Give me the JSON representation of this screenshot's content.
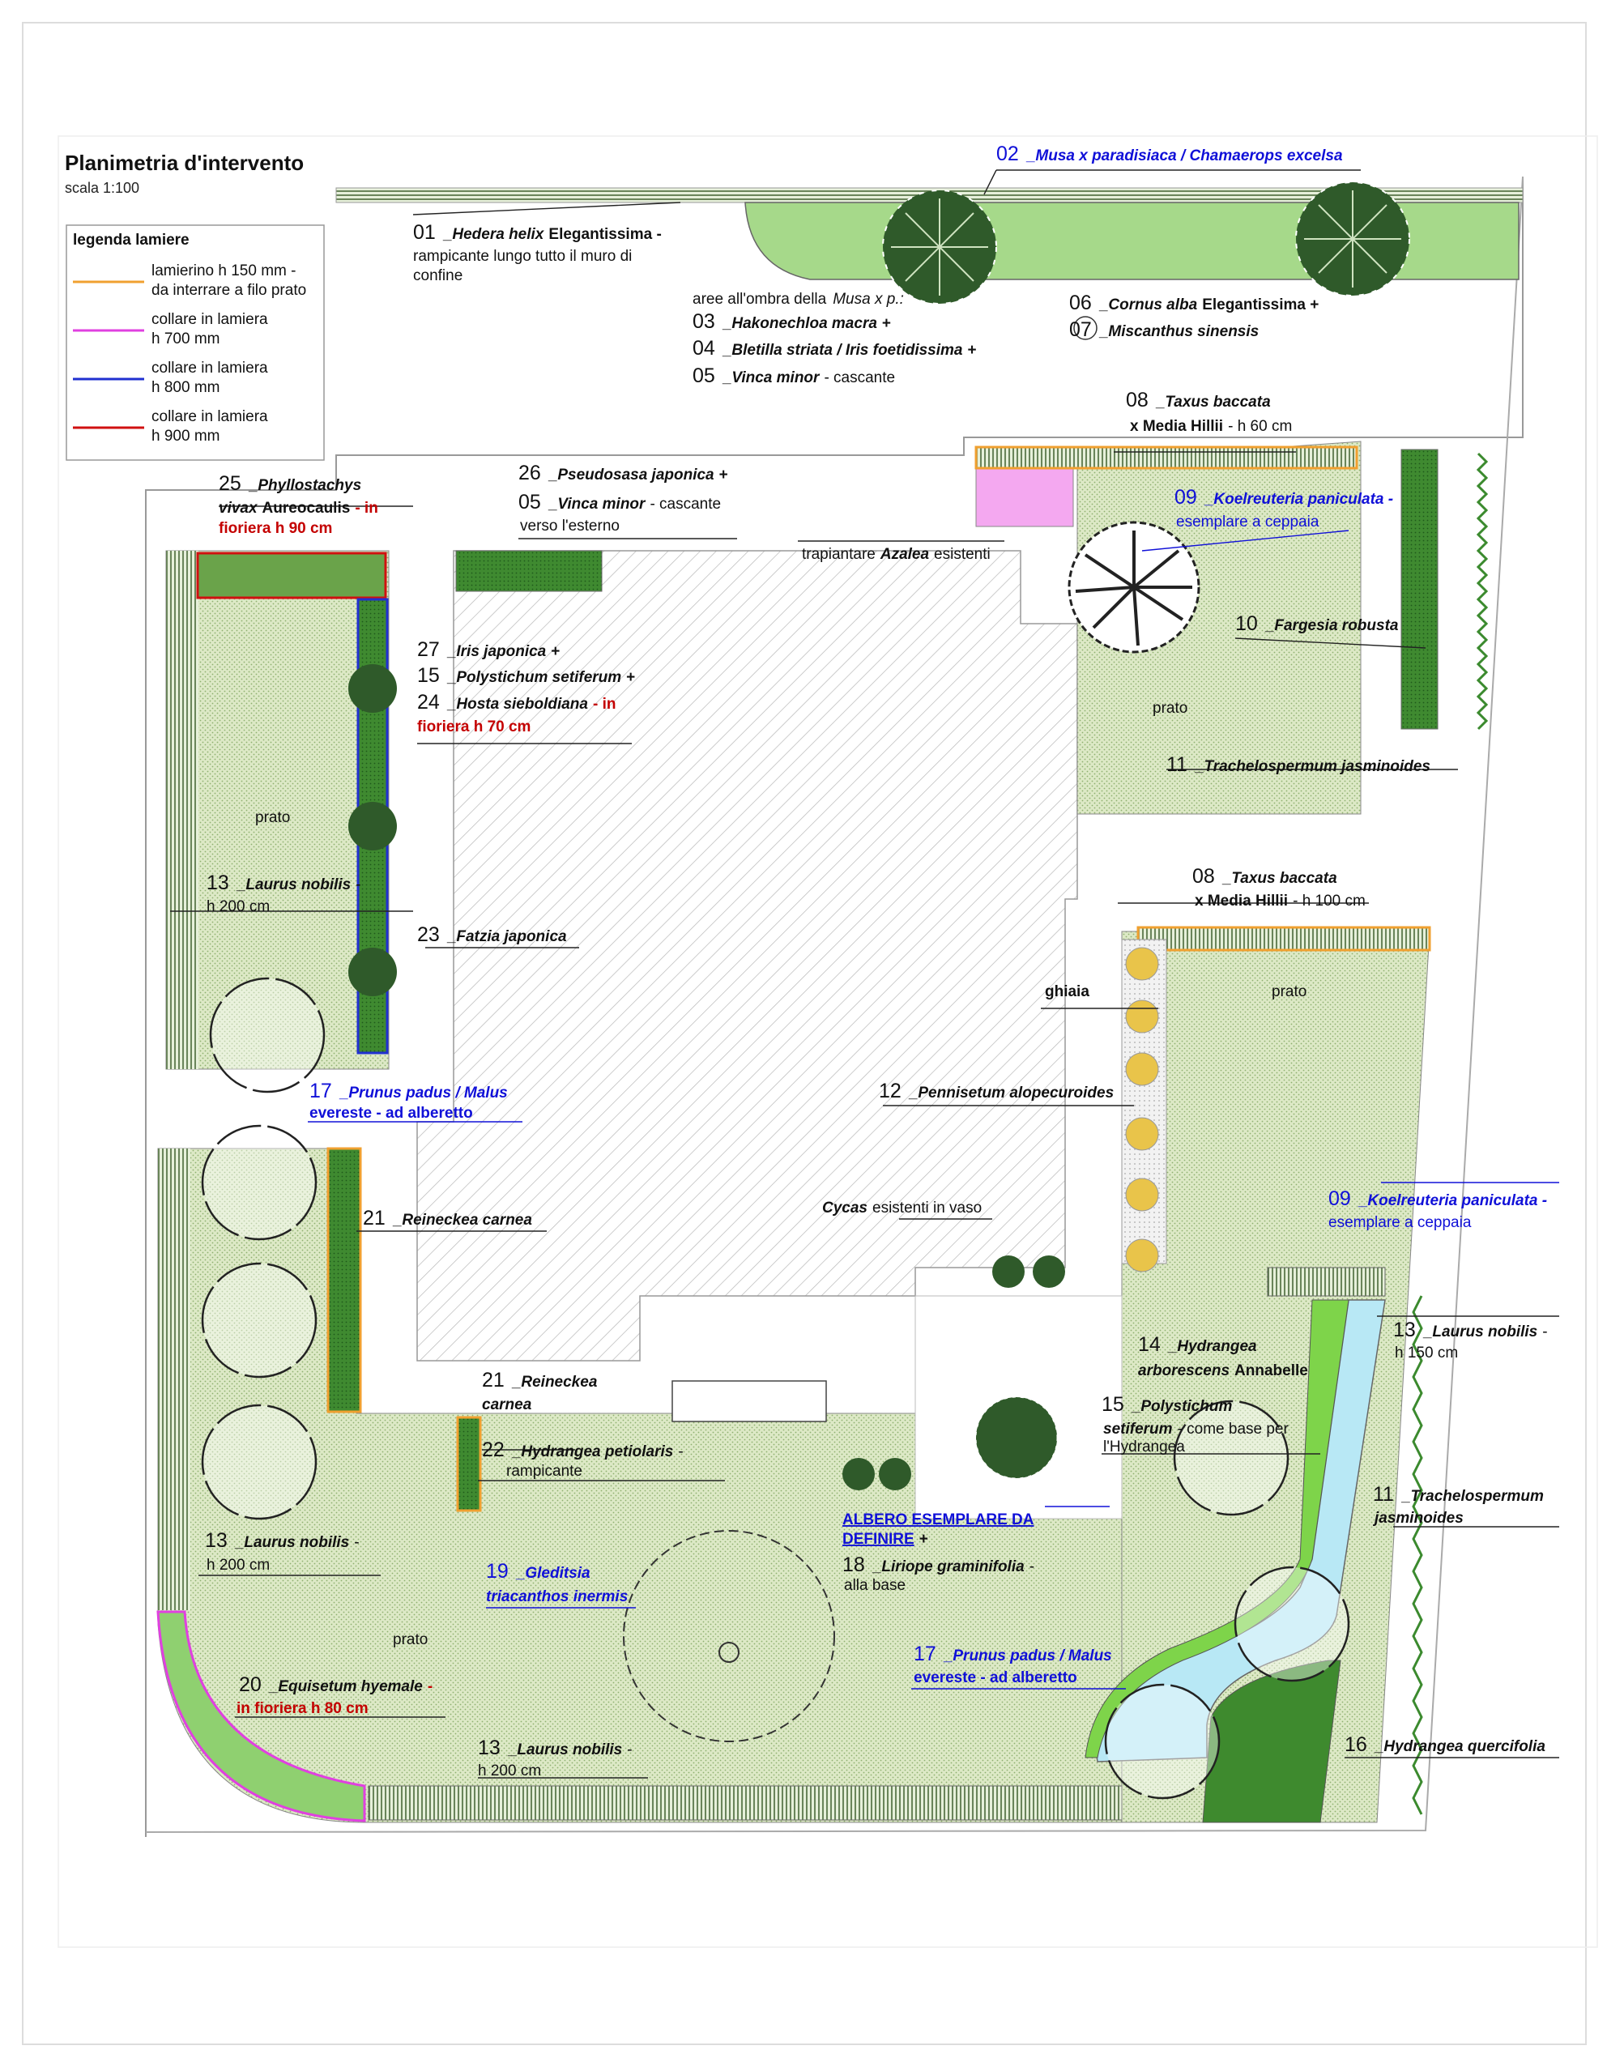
{
  "title": "Planimetria d'intervento",
  "scale": "scala 1:100",
  "legend": {
    "title": "legenda lamiere",
    "items": [
      {
        "color": "#f0a030",
        "line1": "lamierino h 150 mm -",
        "line2": "da interrare a filo prato"
      },
      {
        "color": "#e040e0",
        "line1": "collare in lamiera",
        "line2": "h 700 mm"
      },
      {
        "color": "#2030d0",
        "line1": "collare in lamiera",
        "line2": "h 800 mm"
      },
      {
        "color": "#d01010",
        "line1": "collare in lamiera",
        "line2": "h 900 mm"
      }
    ]
  },
  "colors": {
    "lawn": "#dbe8c2",
    "green": "#8fd070",
    "dark_green": "#3e8a2e",
    "water": "#b8e8f5",
    "gravel": "#e9d46a",
    "hatch": "#b0b0b0"
  },
  "labels": {
    "l01_num": "01",
    "l01_name": "_Hedera helix",
    "l01_cult": "Elegantissima -",
    "l01_d1": "rampicante lungo tutto il muro di",
    "l01_d2": "confine",
    "l02_num": "02",
    "l02_name": "_Musa x paradisiaca / Chamaerops excelsa",
    "shade_pre": "aree all'ombra della",
    "shade_it": "Musa x p.:",
    "l03_num": "03",
    "l03_name": "_Hakonechloa macra",
    "l03_plus": "+",
    "l04_num": "04",
    "l04_name": "_Bletilla striata / Iris foetidissima",
    "l04_plus": "+",
    "l05_num": "05",
    "l05_name": "_Vinca minor",
    "l05_d": "- cascante",
    "l06_num": "06",
    "l06_name": "_Cornus alba",
    "l06_cult": "Elegantissima +",
    "l07_num": "07",
    "l07_name": "_Miscanthus sinensis",
    "l08a_num": "08",
    "l08a_name": "_Taxus baccata",
    "l08a_d": "x Media Hillii",
    "l08a_h": "- h 60 cm",
    "l09a_num": "09",
    "l09a_name": "_Koelreuteria paniculata -",
    "l09a_d": "esemplare a ceppaia",
    "l10_num": "10",
    "l10_name": "_Fargesia robusta",
    "prato1": "prato",
    "l11a_num": "11",
    "l11a_name": "_Trachelospermum jasminoides",
    "l25_num": "25",
    "l25_name": "_Phyllostachys",
    "l25_it": "vivax",
    "l25_cult": "Aureocaulis",
    "l25_dash": "- in",
    "l25_red": "fioriera h 90 cm",
    "l26_num": "26",
    "l26_name": "_Pseudosasa japonica",
    "l26_plus": "+",
    "l05b_num": "05",
    "l05b_name": "_Vinca minor",
    "l05b_d": "- cascante",
    "l05b_d2": "verso l'esterno",
    "azalea_pre": "trapiantare",
    "azalea_name": "Azalea",
    "azalea_post": "esistenti",
    "l27_num": "27",
    "l27_name": "_Iris japonica",
    "l27_plus": "+",
    "l15a_num": "15",
    "l15a_name": "_Polystichum setiferum",
    "l15a_plus": "+",
    "l24_num": "24",
    "l24_name": "_Hosta sieboldiana",
    "l24_red1": "- in",
    "l24_red2": "fioriera h 70 cm",
    "prato2": "prato",
    "l13a_num": "13",
    "l13a_name": "_Laurus nobilis",
    "l13a_dash": "-",
    "l13a_h": "h 200 cm",
    "l23_num": "23",
    "l23_name": "_Fatzia japonica",
    "l08b_num": "08",
    "l08b_name": "_Taxus baccata",
    "l08b_d": "x Media Hillii",
    "l08b_h": "- h 100 cm",
    "prato3": "prato",
    "ghiaia": "ghiaia",
    "l17a_num": "17",
    "l17a_name": "_Prunus padus / Malus",
    "l17a_d": "evereste - ad alberetto",
    "l12_num": "12",
    "l12_name": "_Pennisetum alopecuroides",
    "l09b_num": "09",
    "l09b_name": "_Koelreuteria paniculata -",
    "l09b_d": "esemplare a ceppaia",
    "cycas_name": "Cycas",
    "cycas_d": "esistenti in vaso",
    "l21a_num": "21",
    "l21a_name": "_Reineckea carnea",
    "l13b_num": "13",
    "l13b_name": "_Laurus nobilis",
    "l13b_dash": "-",
    "l13b_h": "h 150 cm",
    "l14_num": "14",
    "l14_name": "_Hydrangea",
    "l14_it": "arborescens",
    "l14_cult": "Annabelle",
    "l21b_num": "21",
    "l21b_name": "_Reineckea",
    "l21b_it": "carnea",
    "l15b_num": "15",
    "l15b_name": "_Polystichum",
    "l15b_it": "setiferum",
    "l15b_d": "- come base per",
    "l15b_d2": "l'Hydrangea",
    "l22_num": "22",
    "l22_name": "_Hydrangea petiolaris",
    "l22_dash": "-",
    "l22_d": "rampicante",
    "albero1": "ALBERO ESEMPLARE DA",
    "albero2": "DEFINIRE",
    "albero_plus": "+",
    "l11b_num": "11",
    "l11b_name": "_Trachelospermum",
    "l11b_it": "jasminoides",
    "l18_num": "18",
    "l18_name": "_Liriope graminifolia",
    "l18_dash": "-",
    "l18_d": "alla base",
    "l13c_num": "13",
    "l13c_name": "_Laurus nobilis",
    "l13c_dash": "-",
    "l13c_h": "h 200 cm",
    "l19_num": "19",
    "l19_name": "_Gleditsia",
    "l19_d": "triacanthos inermis",
    "prato4": "prato",
    "l20_num": "20",
    "l20_name": "_Equisetum hyemale",
    "l20_dash": "-",
    "l20_red": "in fioriera h 80 cm",
    "l17b_num": "17",
    "l17b_name": "_Prunus padus / Malus",
    "l17b_d": "evereste - ad alberetto",
    "l13d_num": "13",
    "l13d_name": "_Laurus nobilis",
    "l13d_dash": "-",
    "l13d_h": "h 200 cm",
    "l16_num": "16",
    "l16_name": "_Hydrangea quercifolia"
  }
}
